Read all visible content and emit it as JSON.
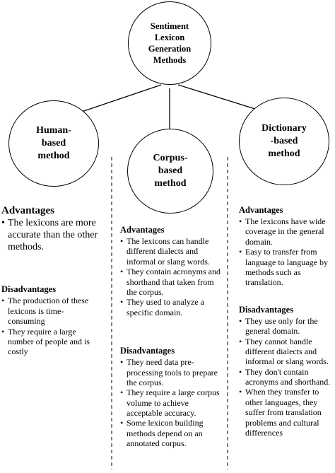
{
  "root": {
    "label": "Sentiment\nLexicon\nGeneration\nMethods"
  },
  "methods": [
    {
      "label": "Human-\nbased\nmethod"
    },
    {
      "label": "Corpus-\nbased\nmethod"
    },
    {
      "label": "Dictionary\n-based\nmethod"
    }
  ],
  "columns": {
    "human": {
      "advantages_heading": "Advantages",
      "advantages": [
        "The lexicons are more accurate than the other methods."
      ],
      "disadvantages_heading": "Disadvantages",
      "disadvantages": [
        "The production of these lexicons is time-consuming",
        "They require a large number of people and is costly"
      ]
    },
    "corpus": {
      "advantages_heading": "Advantages",
      "advantages": [
        "The lexicons can handle different dialects and informal or slang words.",
        "They contain acronyms and shorthand that taken from the corpus.",
        "They used to analyze a specific domain."
      ],
      "disadvantages_heading": "Disadvantages",
      "disadvantages": [
        "They need data pre-processing tools to prepare the corpus.",
        "They require a large corpus volume to achieve acceptable accuracy.",
        "Some lexicon building methods depend on an annotated corpus."
      ]
    },
    "dictionary": {
      "advantages_heading": "Advantages",
      "advantages": [
        "The lexicons have wide coverage in the general domain.",
        "Easy to transfer from language to language by methods such as translation."
      ],
      "disadvantages_heading": "Disadvantages",
      "disadvantages": [
        "They use only for the general domain.",
        "They cannot handle different dialects and informal or slang words.",
        "They don't contain acronyms and shorthand.",
        "When they transfer to other languages, they suffer from translation problems and cultural differences"
      ]
    }
  }
}
